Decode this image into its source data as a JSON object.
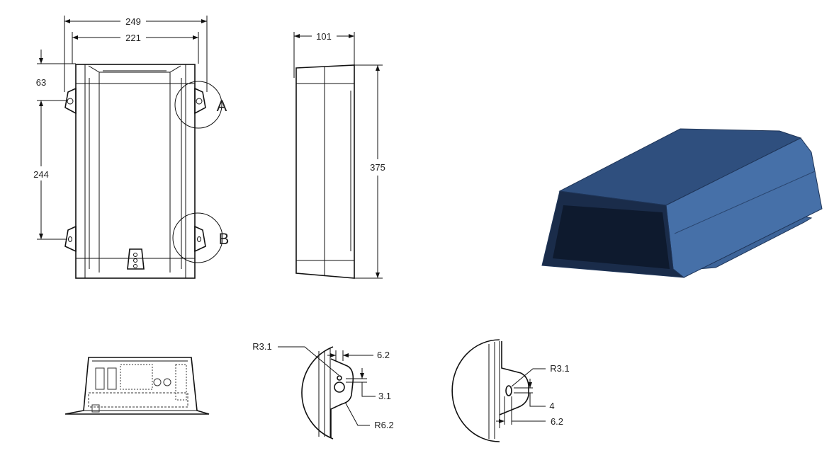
{
  "front_view": {
    "width_outer": "249",
    "width_inner": "221",
    "top_offset": "63",
    "hole_spacing": "244",
    "detail_a": "A",
    "detail_b": "B"
  },
  "side_view": {
    "depth": "101",
    "height": "375"
  },
  "detail_a": {
    "radius_small": "R3.1",
    "slot_width": "6.2",
    "offset": "3.1",
    "radius_large": "R6.2"
  },
  "detail_b": {
    "radius": "R3.1",
    "offset": "4",
    "slot_width": "6.2"
  },
  "colors": {
    "body": "#3d6499",
    "body_dark": "#1f3558",
    "line": "#111111"
  }
}
